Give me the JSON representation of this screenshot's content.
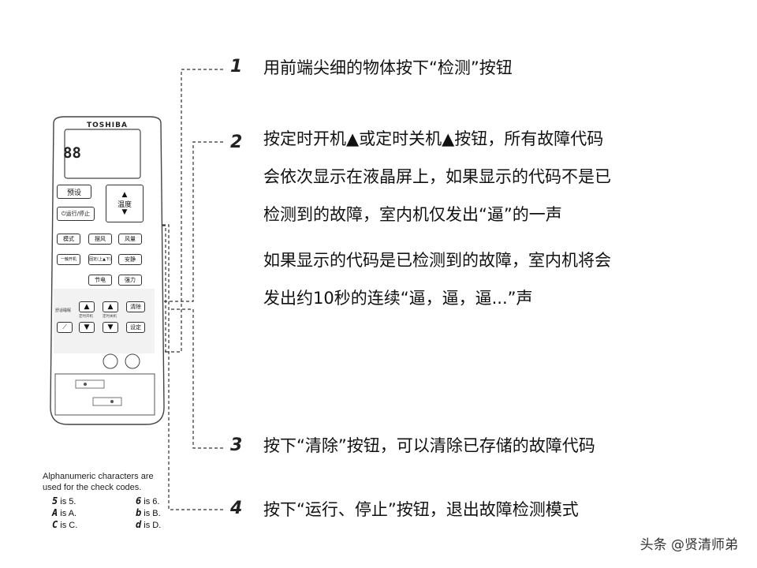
{
  "remote": {
    "brand": "TOSHIBA",
    "lcd_digits": "88",
    "buttons": {
      "preset": "预设",
      "run_stop": "⏻运行/停止",
      "temp": "温度",
      "mode": "模式",
      "swing": "摆风",
      "fan": "风量",
      "one_touch": "一触开机",
      "fix": "固定(上▲下)",
      "quiet": "安静",
      "eco": "节电",
      "power": "强力",
      "clear": "清除",
      "set": "设定",
      "comfort": "舒适睡眠"
    },
    "timer_labels": {
      "on": "定时开机",
      "off": "定时关机"
    }
  },
  "steps": [
    {
      "num": "1",
      "lines": [
        "用前端尖细的物体按下“检测”按钮"
      ]
    },
    {
      "num": "2",
      "lines": [
        "按定时开机▲或定时关机▲按钮，所有故障代码",
        "会依次显示在液晶屏上，如果显示的代码不是已",
        "检测到的故障，室内机仅发出“逼”的一声"
      ]
    },
    {
      "num": "",
      "lines": [
        "如果显示的代码是已检测到的故障，室内机将会",
        "发出约10秒的连续“逼，逼，逼...”声"
      ]
    },
    {
      "num": "3",
      "lines": [
        "按下“清除”按钮，可以清除已存储的故障代码"
      ]
    },
    {
      "num": "4",
      "lines": [
        "按下“运行、停止”按钮，退出故障检测模式"
      ]
    }
  ],
  "note": {
    "line1": "Alphanumeric characters are",
    "line2": "used for the check codes.",
    "items": [
      {
        "glyph": "5",
        "text": "is 5."
      },
      {
        "glyph": "6",
        "text": "is 6."
      },
      {
        "glyph": "A",
        "text": "is A."
      },
      {
        "glyph": "b",
        "text": "is B."
      },
      {
        "glyph": "C",
        "text": "is C."
      },
      {
        "glyph": "d",
        "text": "is D."
      }
    ]
  },
  "watermark": "头条 @贤清师弟"
}
